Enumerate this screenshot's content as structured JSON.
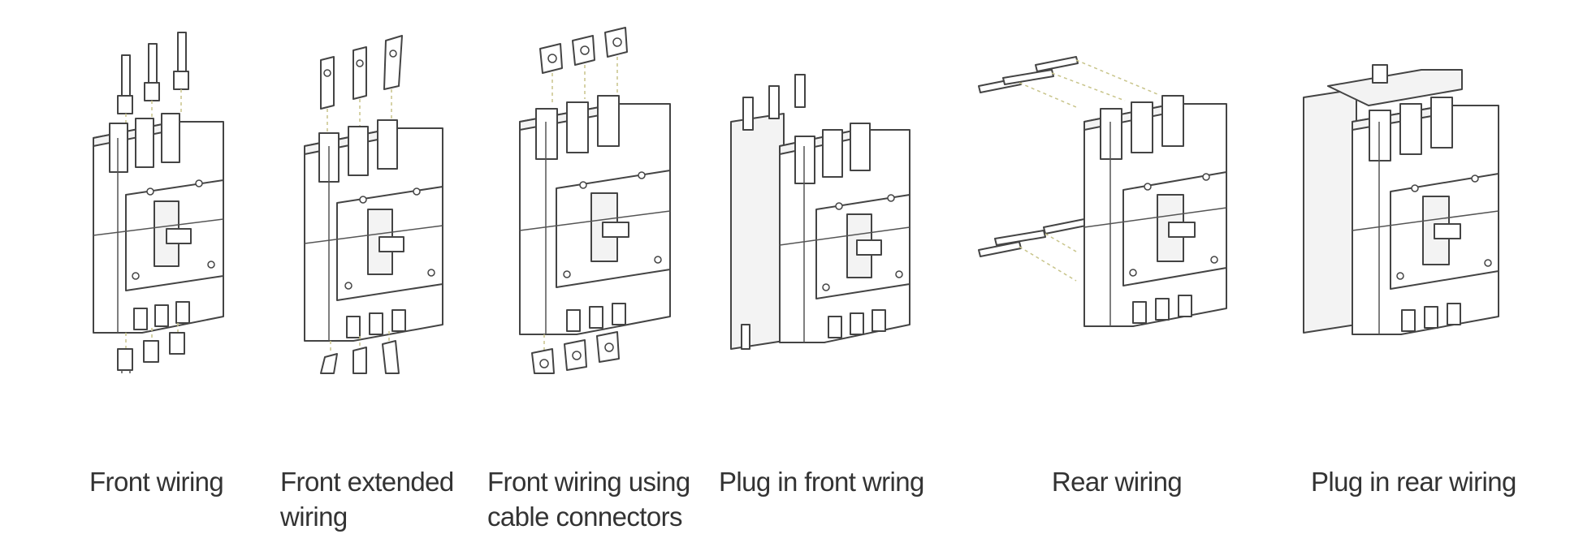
{
  "panels": [
    {
      "caption": "Front wiring",
      "icon": "breaker-front-wiring-icon"
    },
    {
      "caption": "Front extended\nwiring",
      "icon": "breaker-front-extended-wiring-icon"
    },
    {
      "caption": "Front wiring using\ncable connectors",
      "icon": "breaker-cable-connector-icon"
    },
    {
      "caption": "Plug in front wring",
      "icon": "breaker-plug-in-front-icon"
    },
    {
      "caption": "Rear wiring",
      "icon": "breaker-rear-wiring-icon"
    },
    {
      "caption": "Plug in rear wiring",
      "icon": "breaker-plug-in-rear-icon"
    }
  ],
  "colors": {
    "line": "#444444",
    "caption": "#333333",
    "guide": "#c8c48a"
  }
}
